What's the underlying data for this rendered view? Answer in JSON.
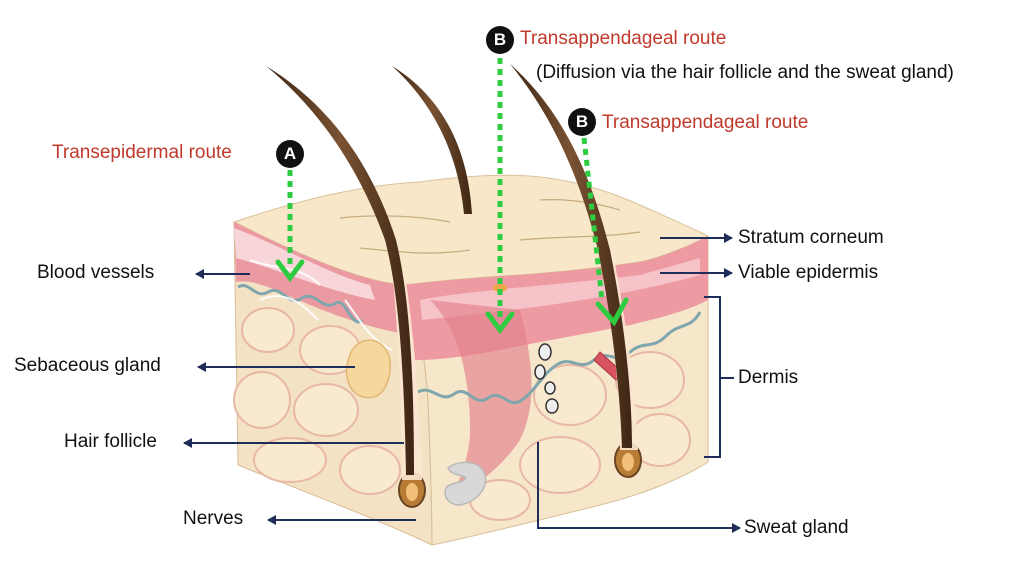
{
  "routes": {
    "a_badge": "A",
    "a_label": "Transepidermal route",
    "b_badge": "B",
    "b_label_top": "Transappendageal route",
    "b_note": "(Diffusion via the hair follicle and the sweat gland)",
    "b_label_right": "Transappendageal route"
  },
  "labels": {
    "blood_vessels": "Blood vessels",
    "sebaceous_gland": "Sebaceous gland",
    "hair_follicle": "Hair follicle",
    "nerves": "Nerves",
    "stratum_corneum": "Stratum corneum",
    "viable_epidermis": "Viable epidermis",
    "dermis": "Dermis",
    "sweat_gland": "Sweat gland"
  },
  "colors": {
    "route_text": "#c0392b",
    "route_arrow": "#2ecc40",
    "pointer_line": "#1f2d5a",
    "epidermis_pink": "#e98c95",
    "dermis_cream": "#f6e7cb",
    "hair": "#6b4423"
  }
}
